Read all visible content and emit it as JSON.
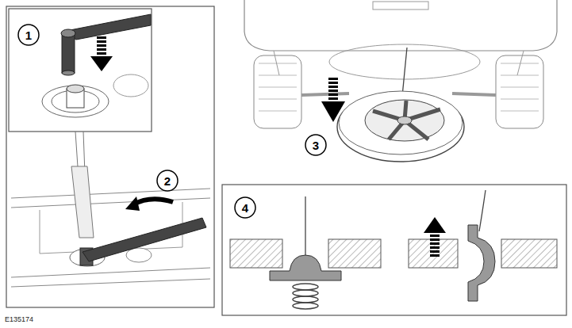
{
  "diagram": {
    "nodes": [
      {
        "text": [
          "1"
        ]
      },
      {
        "text": [
          "2"
        ]
      },
      {
        "text": [
          "3"
        ]
      },
      {
        "text": [
          "4"
        ]
      }
    ],
    "labels": [
      "E135174"
    ]
  }
}
